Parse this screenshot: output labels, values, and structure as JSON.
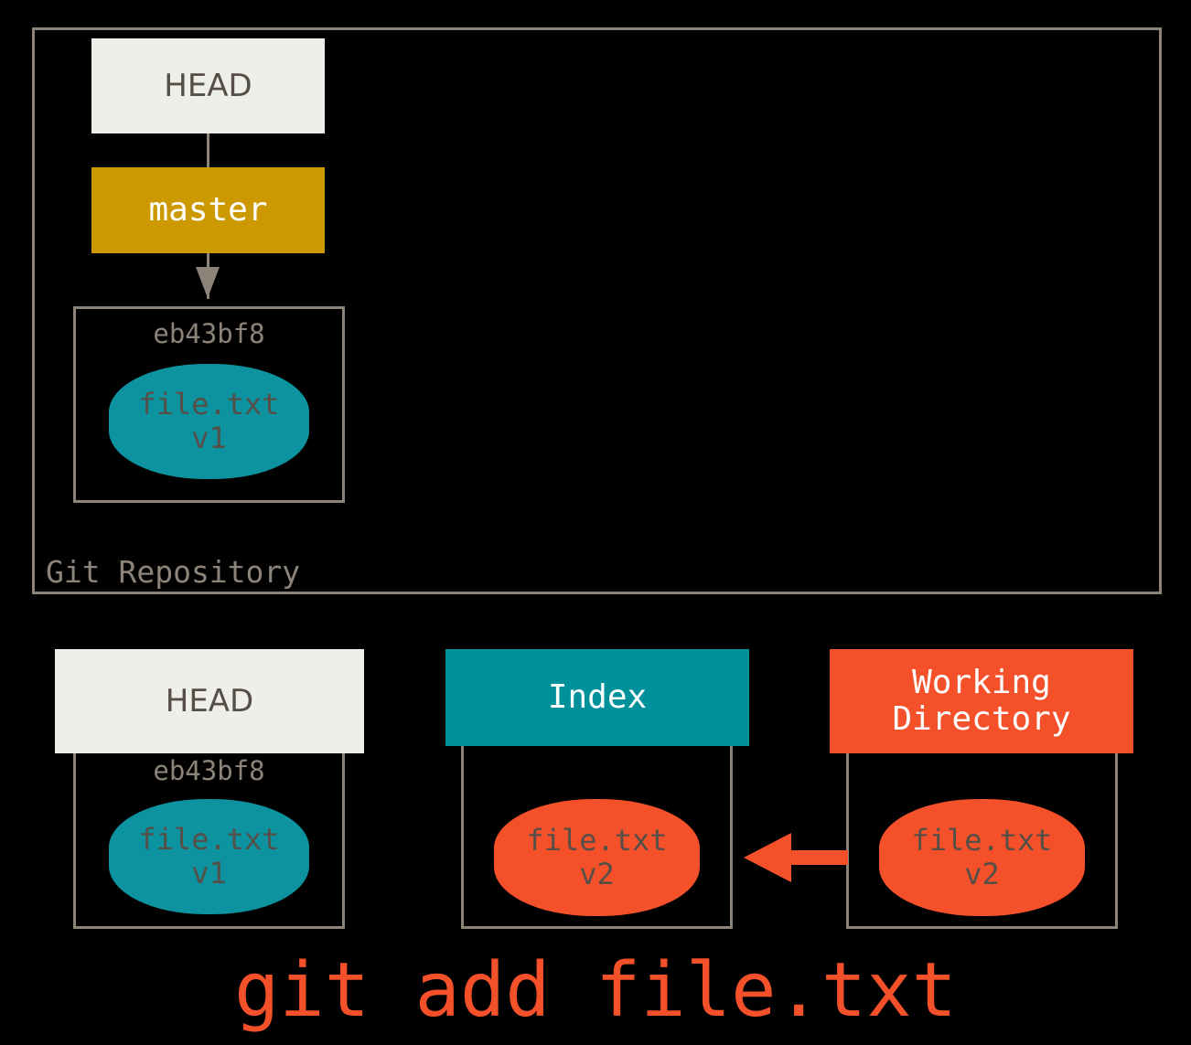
{
  "diagram": {
    "title_caption": "Git Repository",
    "command": "git add file.txt",
    "colors": {
      "background": "#000000",
      "border_gray": "#8C8478",
      "head_bg": "#EFEFE9",
      "head_text": "#554F47",
      "branch_bg": "#CC9A00",
      "index_bg": "#00919A",
      "working_dir_bg": "#F4502A",
      "blob_teal": "#0D93A0",
      "blob_orange": "#F4502A",
      "blob_text": "#554F47",
      "command_text": "#F4502A"
    }
  },
  "repository": {
    "caption": "Git Repository",
    "head_label": "HEAD",
    "branch_label": "master",
    "commit": {
      "id": "eb43bf8",
      "file_name": "file.txt",
      "file_version": "v1"
    }
  },
  "stages": [
    {
      "header": "HEAD",
      "header_style": "head",
      "commit_id": "eb43bf8",
      "file_name": "file.txt",
      "file_version": "v1",
      "blob_style": "teal"
    },
    {
      "header": "Index",
      "header_style": "index",
      "commit_id": "",
      "file_name": "file.txt",
      "file_version": "v2",
      "blob_style": "orange"
    },
    {
      "header": "Working\nDirectory",
      "header_style": "working",
      "commit_id": "",
      "file_name": "file.txt",
      "file_version": "v2",
      "blob_style": "orange"
    }
  ],
  "arrows": {
    "branch_to_commit": "arrow-down-gray",
    "working_to_index": "arrow-left-orange"
  }
}
